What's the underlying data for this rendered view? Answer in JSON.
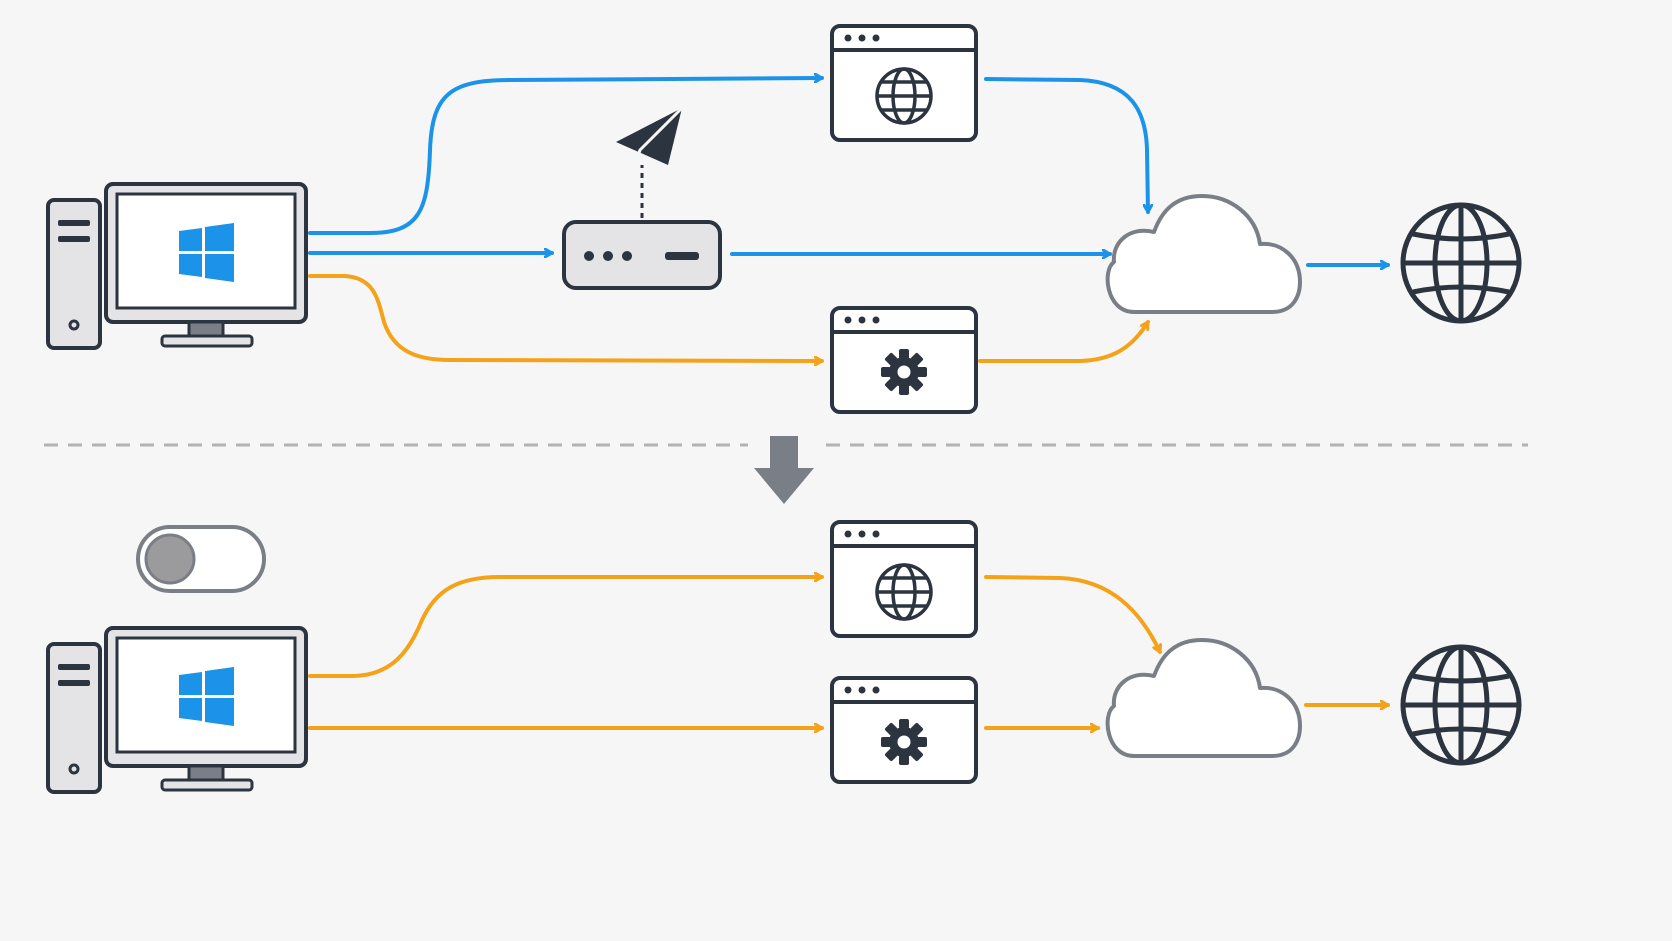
{
  "colors": {
    "background": "#f6f6f7",
    "proxy_route": "#1a93e8",
    "direct_route": "#f5a21b",
    "outline": "#2c3440",
    "cloud_outline": "#7a7f87",
    "device_fill": "#e4e4e6",
    "windows_logo": "#1a93e8",
    "divider": "#b3b3b3",
    "down_arrow": "#7a7f87",
    "toggle_knob": "#9b9b9d"
  },
  "icons": {
    "pc": "desktop-pc-icon",
    "windows": "windows-logo-icon",
    "browser_app": "browser-globe-icon",
    "settings_app": "browser-gear-icon",
    "proxy": "router-box-icon",
    "send": "paper-plane-icon",
    "cloud": "cloud-icon",
    "internet": "globe-icon",
    "transition": "down-arrow-icon",
    "toggle": "toggle-switch-icon"
  },
  "top_panel": {
    "routes": [
      "pc-to-browser",
      "pc-to-proxy-box",
      "proxy-box-to-cloud",
      "browser-to-cloud",
      "pc-to-settings",
      "settings-to-cloud",
      "cloud-to-internet"
    ]
  },
  "bottom_panel": {
    "toggle_state": "off",
    "routes": [
      "pc-to-browser",
      "pc-to-settings",
      "browser-to-cloud",
      "settings-to-cloud",
      "cloud-to-internet"
    ]
  }
}
